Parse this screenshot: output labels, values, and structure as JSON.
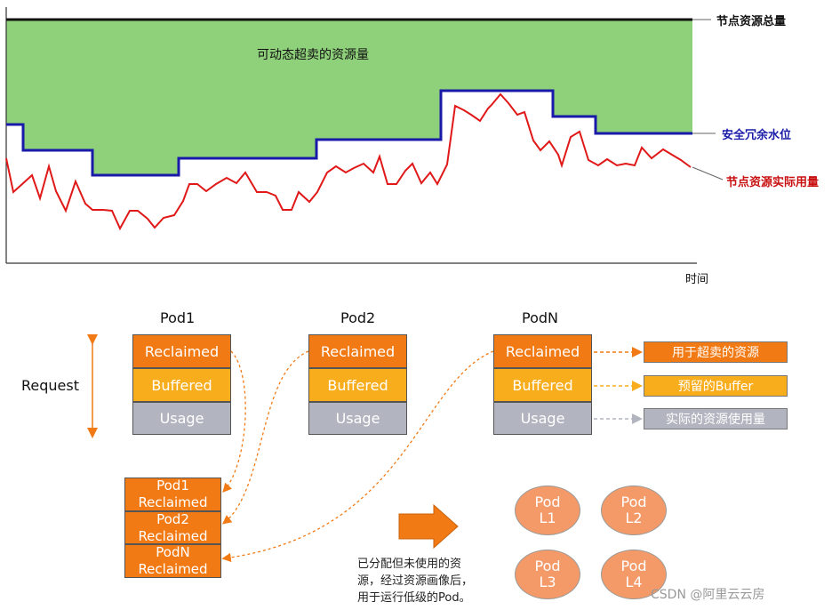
{
  "chart": {
    "area_label": "可动态超卖的资源量",
    "legend_total": "节点资源总量",
    "legend_watermark": "安全冗余水位",
    "legend_usage": "节点资源实际用量",
    "x_axis_label": "时间"
  },
  "pods": [
    {
      "name": "Pod1",
      "reclaimed": "Reclaimed",
      "buffered": "Buffered",
      "usage": "Usage"
    },
    {
      "name": "Pod2",
      "reclaimed": "Reclaimed",
      "buffered": "Buffered",
      "usage": "Usage"
    },
    {
      "name": "PodN",
      "reclaimed": "Reclaimed",
      "buffered": "Buffered",
      "usage": "Usage"
    }
  ],
  "request_label": "Request",
  "legend_boxes": {
    "reclaimed": "用于超卖的资源",
    "buffered": "预留的Buffer",
    "usage": "实际的资源使用量"
  },
  "pool": [
    {
      "line1": "Pod1",
      "line2": "Reclaimed"
    },
    {
      "line1": "Pod2",
      "line2": "Reclaimed"
    },
    {
      "line1": "PodN",
      "line2": "Reclaimed"
    }
  ],
  "note": {
    "line1": "已分配但未使用的资",
    "line2": "源，经过资源画像后，",
    "line3": "用于运行低级的Pod。"
  },
  "low_pods": [
    {
      "line1": "Pod",
      "line2": "L1"
    },
    {
      "line1": "Pod",
      "line2": "L2"
    },
    {
      "line1": "Pod",
      "line2": "L3"
    },
    {
      "line1": "Pod",
      "line2": "L4"
    }
  ],
  "watermark": "CSDN @阿里云云房",
  "colors": {
    "green_area": "#8fd07a",
    "total_line": "#111111",
    "watermark_line": "#1a1aa8",
    "usage_line": "#e01818",
    "orange": "#f27a14",
    "yellow": "#f8ad1c",
    "gray": "#b2b5bf"
  }
}
